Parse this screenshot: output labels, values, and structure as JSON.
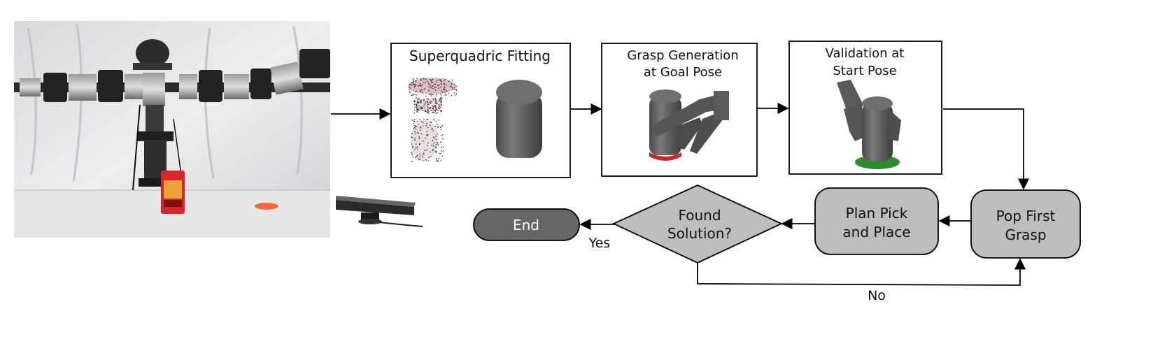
{
  "stages": {
    "fitting": "Superquadric Fitting",
    "grasp_line1": "Grasp Generation",
    "grasp_line2": "at Goal Pose",
    "validation_line1": "Validation at",
    "validation_line2": "Start Pose"
  },
  "nodes": {
    "pop_line1": "Pop First",
    "pop_line2": "Grasp",
    "plan_line1": "Plan Pick",
    "plan_line2": "and Place",
    "decision_line1": "Found",
    "decision_line2": "Solution?",
    "end": "End"
  },
  "edges": {
    "yes": "Yes",
    "no": "No"
  },
  "colors": {
    "process_fill": "#bdbdbd",
    "end_fill": "#666666",
    "model_gray": "#5f5f5f",
    "goal_green": "#2e8b2e",
    "target_orange": "#f26a3a",
    "can_red": "#d8262a"
  }
}
